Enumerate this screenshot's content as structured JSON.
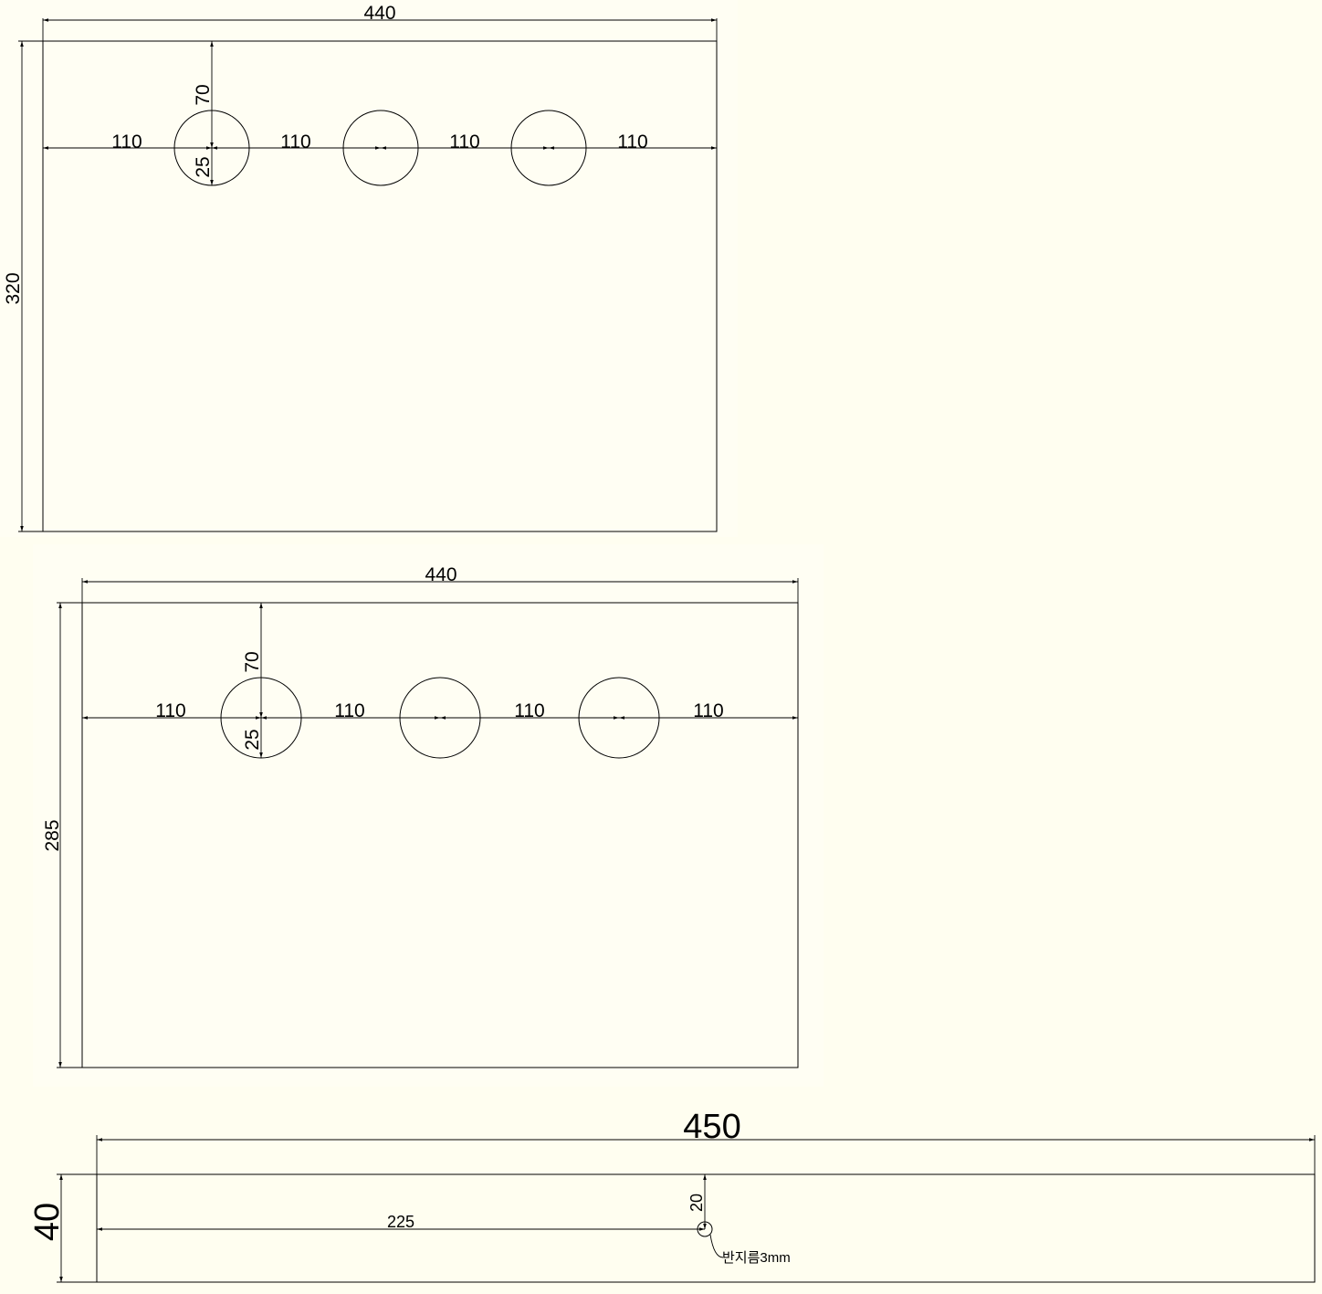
{
  "drawings": [
    {
      "width_label": "440",
      "height_label": "320",
      "top_offset_label": "70",
      "radius_label": "25",
      "spacing_labels": [
        "110",
        "110",
        "110",
        "110"
      ]
    },
    {
      "width_label": "440",
      "height_label": "285",
      "top_offset_label": "70",
      "radius_label": "25",
      "spacing_labels": [
        "110",
        "110",
        "110",
        "110"
      ]
    },
    {
      "width_label": "450",
      "height_label": "40",
      "hole_offset_label": "225",
      "hole_depth_label": "20",
      "hole_note": "반지름3mm"
    }
  ]
}
